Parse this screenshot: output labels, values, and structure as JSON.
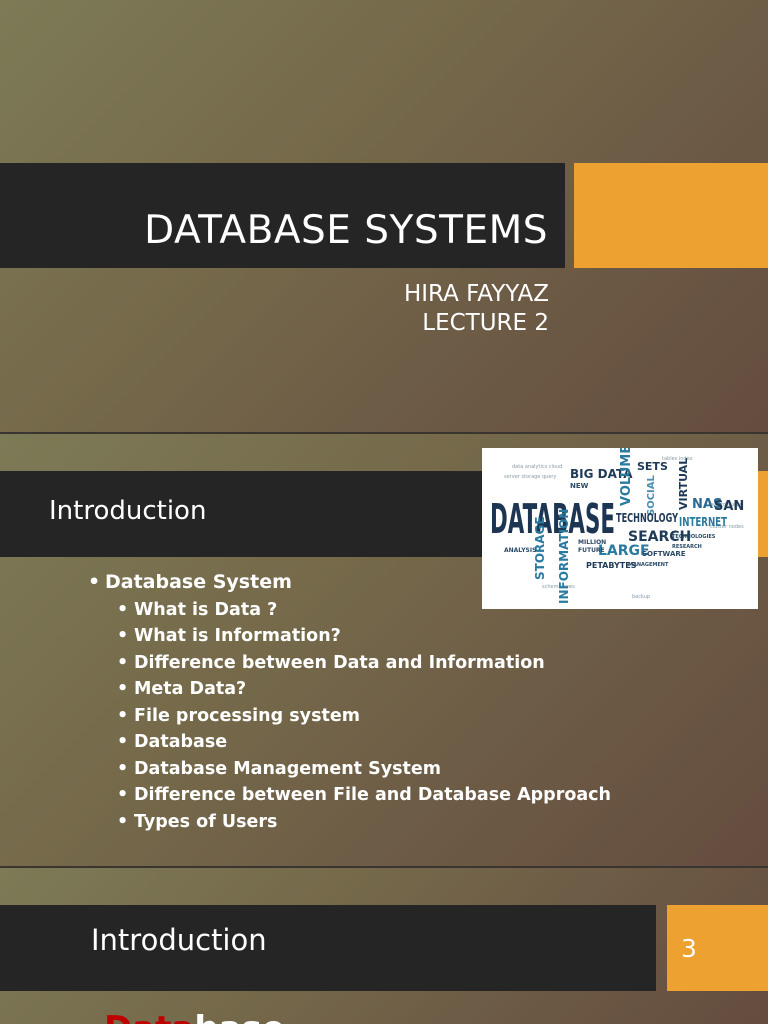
{
  "slide1": {
    "title": "DATABASE SYSTEMS",
    "author": "HIRA FAYYAZ",
    "lecture": "LECTURE 2"
  },
  "slide2": {
    "title": "Introduction",
    "image": {
      "words": [
        "DATABASE",
        "BIG DATA",
        "VOLUME",
        "SETS",
        "SOCIAL",
        "VIRTUAL",
        "NAS",
        "SAN",
        "TECHNOLOGY",
        "INTERNET",
        "SEARCH",
        "LARGE",
        "SOFTWARE",
        "STORAGE",
        "INFORMATION",
        "ANALYSIS",
        "NEW",
        "FUTURE",
        "MILLION",
        "PETABYTES",
        "MANAGEMENT",
        "TECHNOLOGIES",
        "RESEARCH"
      ]
    },
    "bullets": [
      {
        "text": "Database System",
        "children": [
          "What is Data ?",
          "What is Information?",
          "Difference between Data and Information",
          "Meta Data?",
          "File processing system",
          "Database",
          "Database Management System",
          "Difference between File and Database Approach",
          "Types of Users"
        ]
      }
    ]
  },
  "slide3": {
    "title": "Introduction",
    "page_number": "3",
    "peek_red": "Data",
    "peek_white": "base"
  },
  "colors": {
    "title_bar": "#252525",
    "accent": "#eda130",
    "emphasis_red": "#c00000"
  }
}
